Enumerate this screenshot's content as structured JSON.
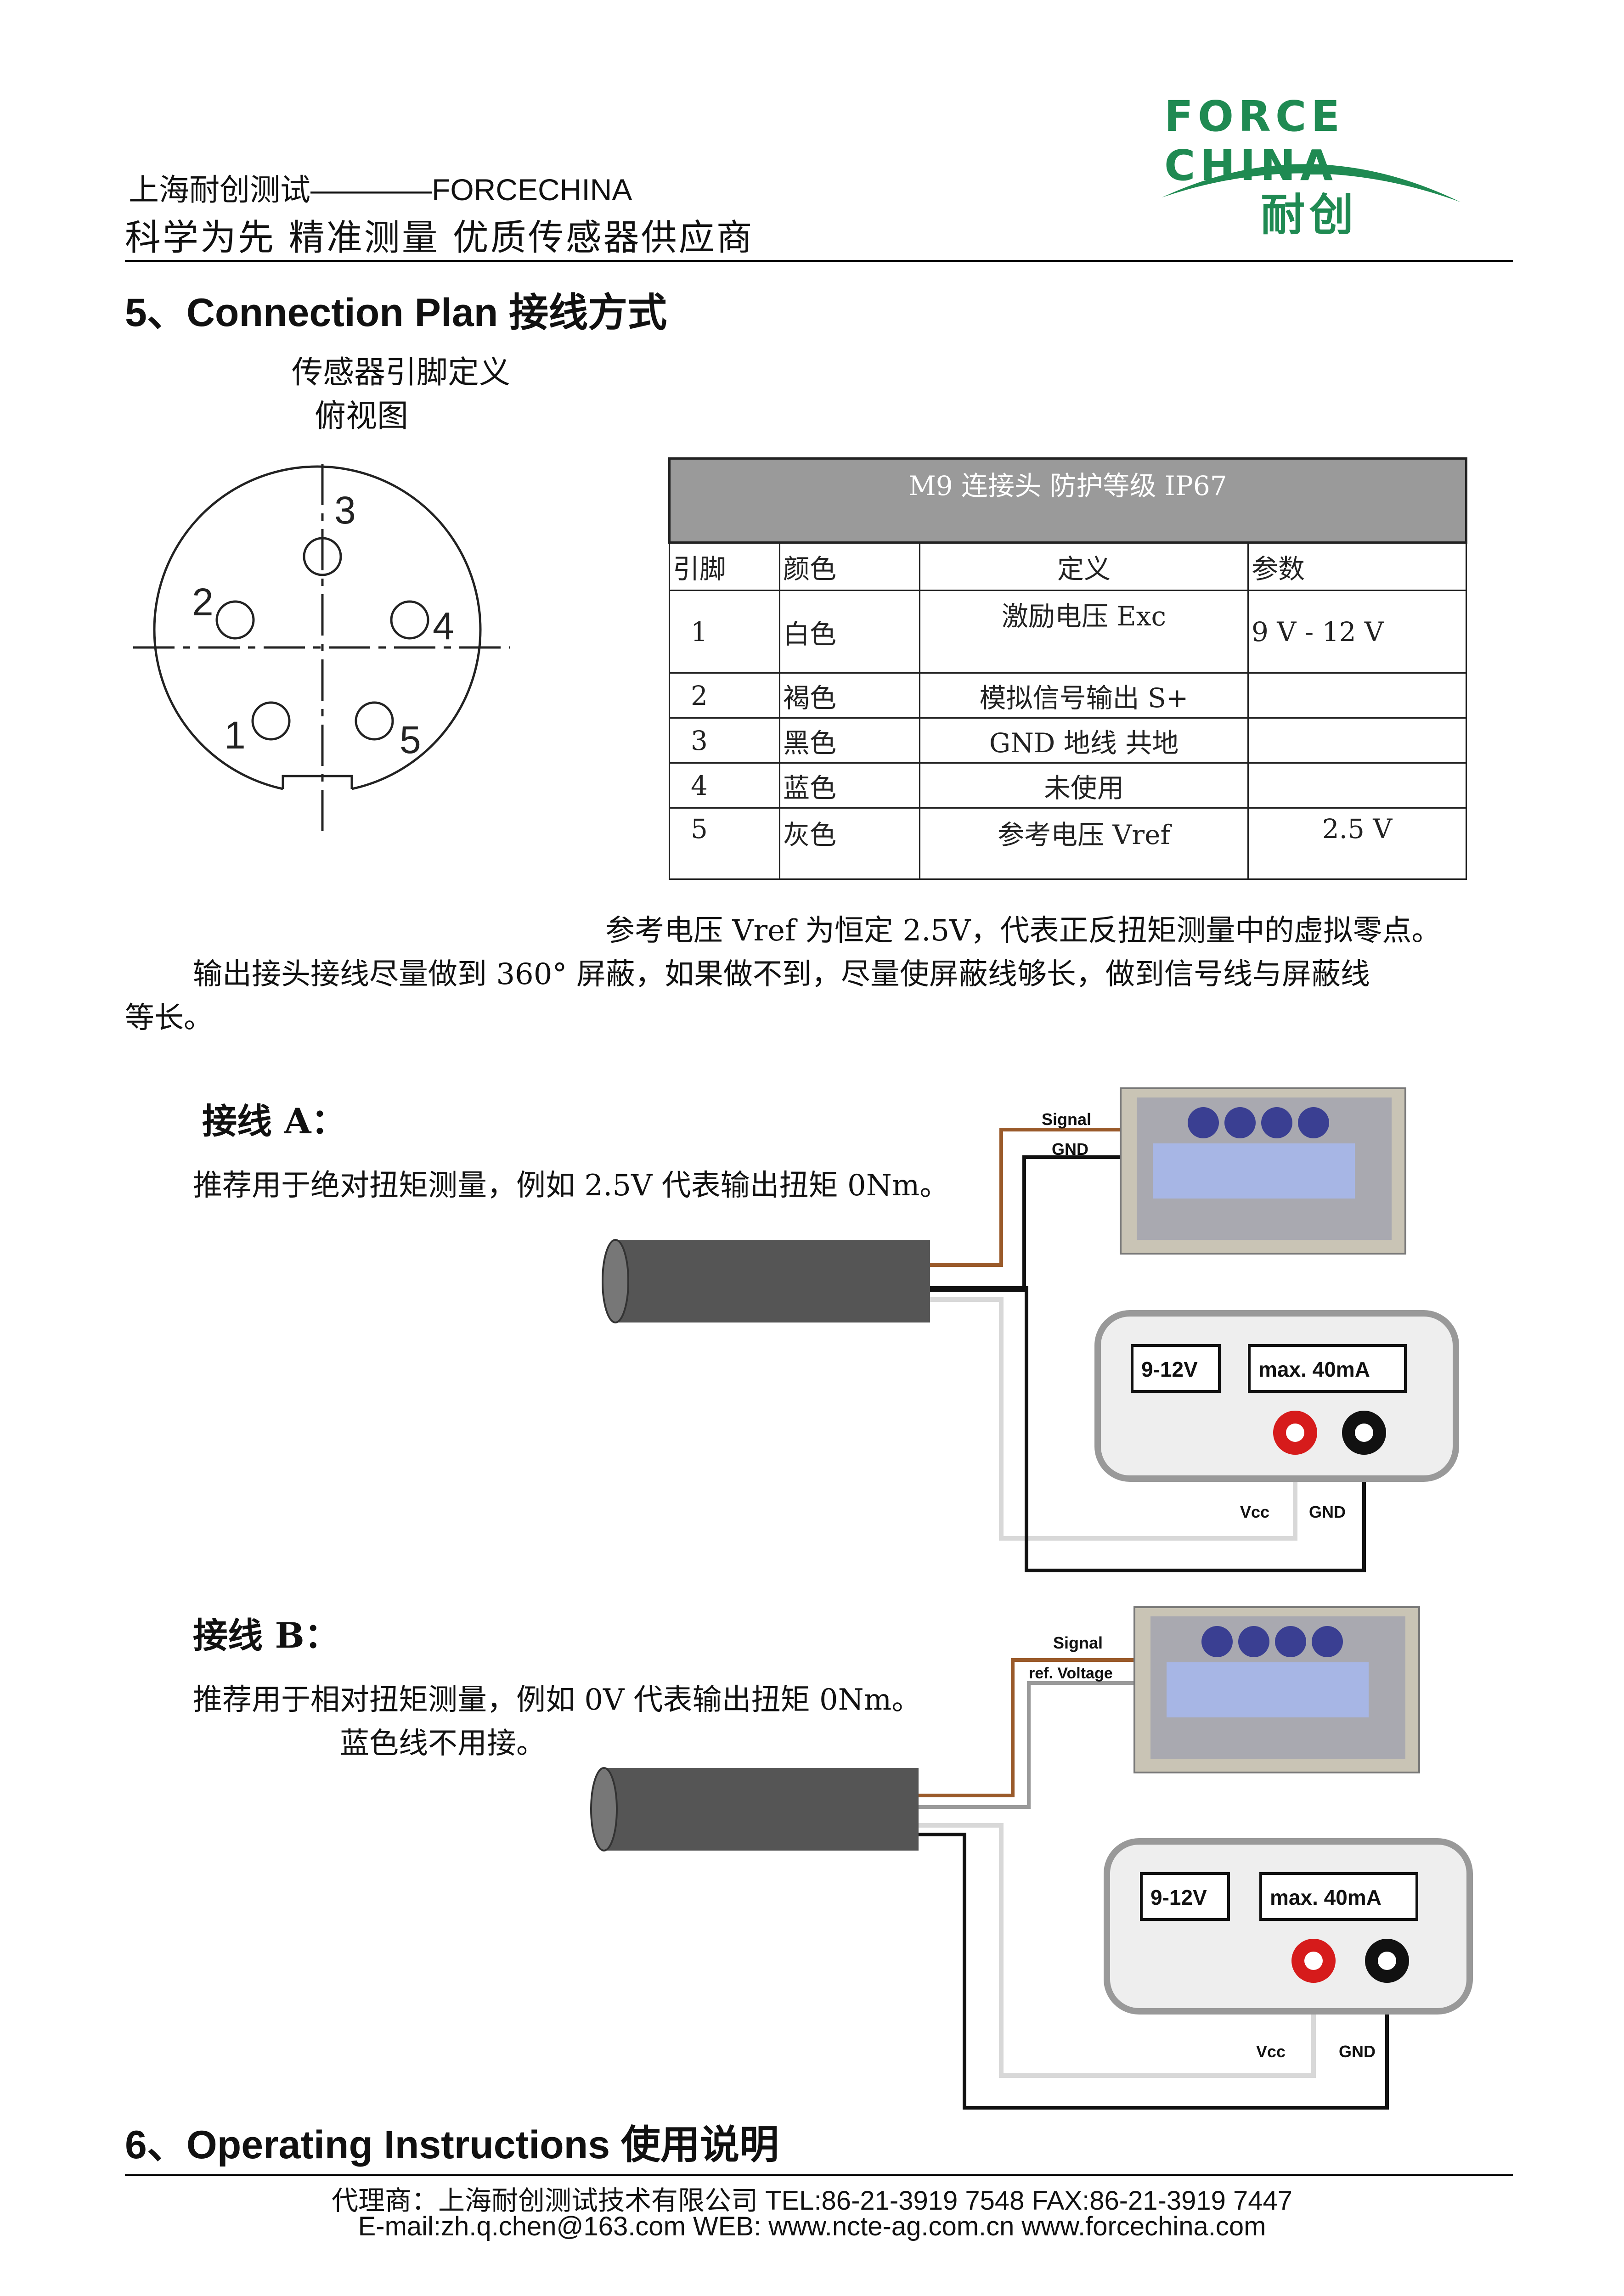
{
  "header": {
    "company_line": "上海耐创测试————FORCECHINA",
    "slogan": "科学为先 精准测量 优质传感器供应商",
    "logo_text": "FORCE CHINA",
    "logo_cn": "耐创"
  },
  "section5": {
    "title": "5、Connection Plan 接线方式",
    "pin_def": "传感器引脚定义",
    "top_view": "俯视图",
    "connector_pins": [
      "1",
      "2",
      "3",
      "4",
      "5"
    ]
  },
  "table": {
    "title": "M9 连接头 防护等级 IP67",
    "headers": [
      "引脚",
      "颜色",
      "定义",
      "参数"
    ],
    "rows": [
      {
        "pin": "1",
        "color": "白色",
        "def": "激励电压 Exc",
        "param": "9 V - 12 V"
      },
      {
        "pin": "2",
        "color": "褐色",
        "def": "模拟信号输出 S+",
        "param": ""
      },
      {
        "pin": "3",
        "color": "黑色",
        "def": "GND 地线 共地",
        "param": ""
      },
      {
        "pin": "4",
        "color": "蓝色",
        "def": "未使用",
        "param": ""
      },
      {
        "pin": "5",
        "color": "灰色",
        "def": "参考电压 Vref",
        "param": "2.5 V"
      }
    ]
  },
  "notes": {
    "vref_note": "参考电压 Vref 为恒定 2.5V，代表正反扭矩测量中的虚拟零点。",
    "shield_note_1": "输出接头接线尽量做到 360° 屏蔽，如果做不到，尽量使屏蔽线够长，做到信号线与屏蔽线",
    "shield_note_2": "等长。"
  },
  "wiring_a": {
    "title": "接线 A：",
    "desc": "推荐用于绝对扭矩测量，例如 2.5V 代表输出扭矩 0Nm。",
    "label_signal": "Signal",
    "label_gnd": "GND",
    "supply_voltage": "9-12V",
    "supply_current": "max. 40mA",
    "label_vcc": "Vcc",
    "label_gnd2": "GND"
  },
  "wiring_b": {
    "title": "接线 B：",
    "desc": "推荐用于相对扭矩测量，例如 0V 代表输出扭矩 0Nm。",
    "note": "蓝色线不用接。",
    "label_signal": "Signal",
    "label_ref": "ref. Voltage",
    "supply_voltage": "9-12V",
    "supply_current": "max. 40mA",
    "label_vcc": "Vcc",
    "label_gnd2": "GND"
  },
  "section6": {
    "title": "6、Operating Instructions 使用说明"
  },
  "footer": {
    "line1": "代理商：上海耐创测试技术有限公司 TEL:86-21-3919 7548 FAX:86-21-3919 7447",
    "line2": "E-mail:zh.q.chen@163.com WEB: www.ncte-ag.com.cn www.forcechina.com"
  },
  "colors": {
    "brand_green": "#1f8a52",
    "wire_brown": "#9a5a2a",
    "wire_white": "#d8d8d8",
    "wire_black": "#111111",
    "cable_gray": "#555555",
    "terminal_red": "#d61b1b"
  }
}
